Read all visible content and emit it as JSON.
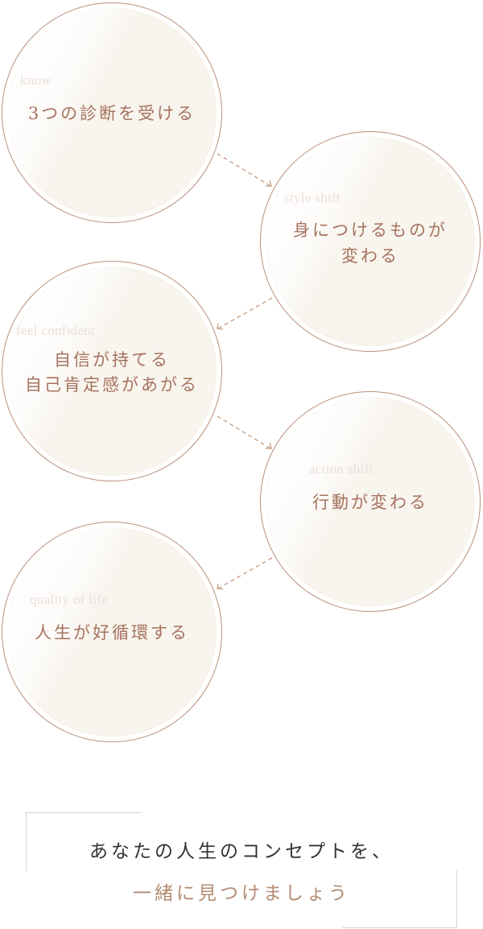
{
  "steps": [
    {
      "sub": "know",
      "main": [
        "3つの診断を受ける"
      ]
    },
    {
      "sub": "style shift",
      "main": [
        "身につけるものが",
        "変わる"
      ]
    },
    {
      "sub": "feel confident",
      "main": [
        "自信が持てる",
        "自己肯定感があがる"
      ]
    },
    {
      "sub": "action shift",
      "main": [
        "行動が変わる"
      ]
    },
    {
      "sub": "quality of life",
      "main": [
        "人生が好循環する"
      ]
    }
  ],
  "closing": {
    "line1": "あなたの人生のコンセプトを、",
    "line2": "一緒に見つけましょう"
  },
  "colors": {
    "circle_border": "#b9907c",
    "main_text": "#a6735f",
    "sub_text": "#e9dfdb",
    "arrow": "#c29a80",
    "closing_line1": "#333333",
    "closing_line2": "#b38d74",
    "bracket": "#ddd2ca"
  }
}
